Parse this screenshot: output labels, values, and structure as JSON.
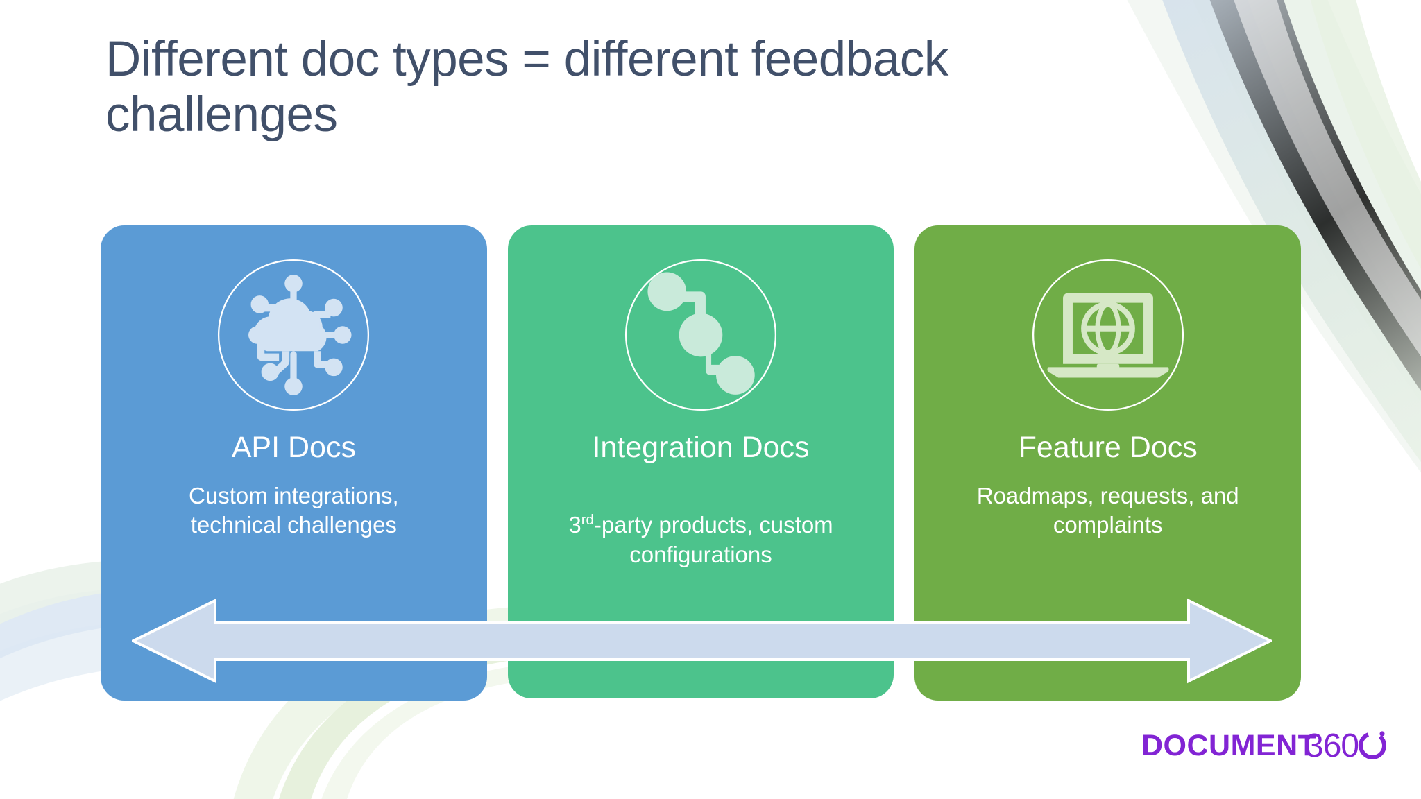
{
  "slide": {
    "title": "Different doc types = different feedback\nchallenges",
    "title_color": "#41506a",
    "background_color": "#ffffff"
  },
  "cards": [
    {
      "id": "api-docs",
      "title": "API Docs",
      "description": "Custom integrations,\ntechnical challenges",
      "icon": "cloud-network-icon",
      "color": "#5b9bd5",
      "icon_color": "#d3e3f3"
    },
    {
      "id": "integration-docs",
      "title": "Integration Docs",
      "description_prefix": "3",
      "description_sup": "rd",
      "description_rest": "-party products, custom\nconfigurations",
      "description": "3rd-party products, custom configurations",
      "icon": "node-graph-icon",
      "color": "#4cc38c",
      "icon_color": "#c9eada"
    },
    {
      "id": "feature-docs",
      "title": "Feature Docs",
      "description": "Roadmaps, requests, and\ncomplaints",
      "icon": "laptop-globe-icon",
      "color": "#70ad47",
      "icon_color": "#d6e8c6"
    }
  ],
  "arrow": {
    "name": "double-headed-arrow",
    "direction": "left-right",
    "color": "#ccdaed",
    "outline_color": "#ffffff"
  },
  "logo": {
    "word": "DOCUMENT",
    "number": "360",
    "color": "#8224d4"
  },
  "decorations": {
    "top_right_swoosh_colors": [
      "#eaf1f8",
      "#d7e2ef",
      "#e4eee4",
      "#eff5ea"
    ],
    "bottom_left_swoosh_colors": [
      "#e6edf6",
      "#d9e5f1",
      "#e7f0e2",
      "#eef5e8"
    ]
  }
}
